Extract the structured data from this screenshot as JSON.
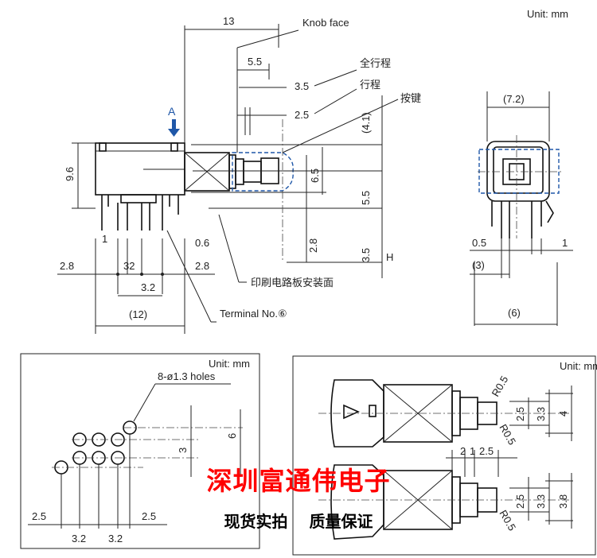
{
  "top": {
    "unit": "Unit: mm",
    "labels": {
      "knob_face": "Knob face",
      "full_travel": "全行程",
      "travel": "行程",
      "button": "按键",
      "pcb_surface": "印刷电路板安装面",
      "terminal": "Terminal No.⑥",
      "marker_a": "A",
      "marker_h": "H"
    },
    "dims": {
      "d13": "13",
      "d55h": "5.5",
      "d35h": "3.5",
      "d25h": "2.5",
      "d96": "9.6",
      "d41": "(4.1)",
      "d65": "6.5",
      "d55v": "5.5",
      "d28v": "2.8",
      "d35v": "3.5",
      "d1": "1",
      "d06": "0.6",
      "d28l": "2.8",
      "d32a": "32",
      "d28r": "2.8",
      "d32b": "3.2",
      "d12": "(12)",
      "d72": "(7.2)",
      "d05": "0.5",
      "d1r": "1",
      "d3": "(3)",
      "d6": "(6)"
    }
  },
  "bottom_left": {
    "unit": "Unit: mm",
    "holes": "8-ø1.3 holes",
    "d3": "3",
    "d6": "6",
    "d25l": "2.5",
    "d25r": "2.5",
    "d32a": "3.2",
    "d32b": "3.2"
  },
  "bottom_right": {
    "unit": "Unit: mm",
    "r05a": "R0.5",
    "r05b": "R0.5",
    "r05c": "R0.5",
    "d25a": "2.5",
    "d33a": "3.3",
    "d4": "4",
    "d2": "2",
    "d1": "1",
    "d25t": "2.5",
    "d25b": "2.5",
    "d33b": "3.3",
    "d38": "3.8"
  },
  "watermark": {
    "company": "深圳富通伟电子",
    "slogan": "现货实拍 质量保证"
  },
  "colors": {
    "blue_accent": "#1f57a8",
    "watermark_red": "#ff0000"
  }
}
